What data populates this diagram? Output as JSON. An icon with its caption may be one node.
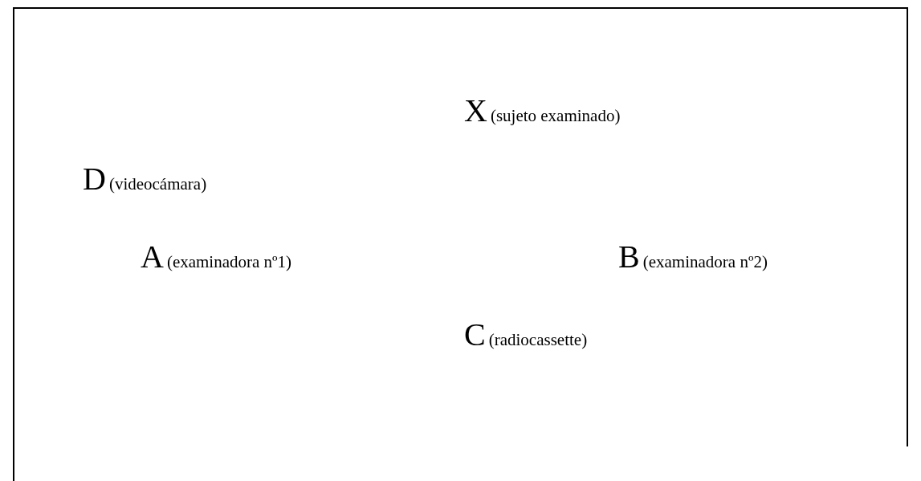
{
  "diagram": {
    "labels": [
      "X",
      "(sujeto examinado)",
      "D",
      "(videocámara)",
      "A",
      "(examinadora nº1)",
      "B",
      "(examinadora nº2)",
      "C",
      "(radiocassette)"
    ]
  }
}
